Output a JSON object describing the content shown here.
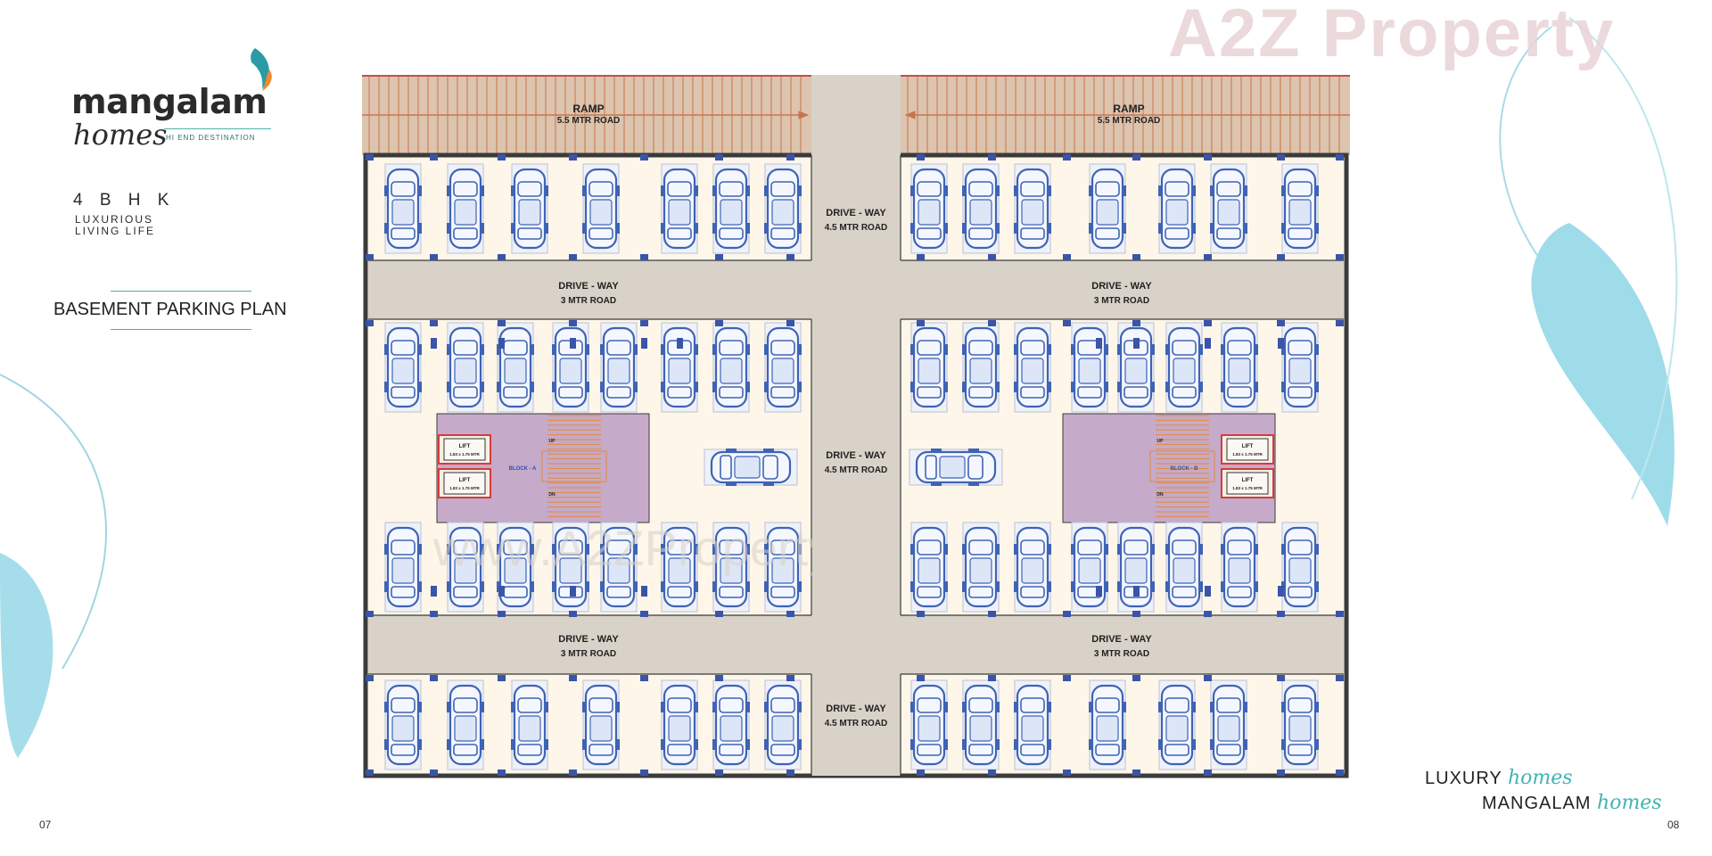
{
  "brand": {
    "name": "mangalam",
    "sub": "homes",
    "tagline": "HI END DESTINATION"
  },
  "config": {
    "bhk": "4 B H K",
    "subtitle": "LUXURIOUS\nLIVING LIFE"
  },
  "plan_title": "BASEMENT PARKING PLAN",
  "watermark": {
    "top": "A2Z Property",
    "center": "www.A2ZProperty.in"
  },
  "page_numbers": {
    "left": "07",
    "right": "08"
  },
  "footer": {
    "line1_caps": "LUXURY",
    "line1_script": "homes",
    "line2_caps": "MANGALAM",
    "line2_script": "homes"
  },
  "plan": {
    "ramp_left": {
      "title": "RAMP",
      "sub": "5.5 MTR ROAD"
    },
    "ramp_right": {
      "title": "RAMP",
      "sub": "5.5 MTR ROAD"
    },
    "driveway_center": {
      "title": "DRIVE - WAY",
      "sub": "4.5 MTR ROAD"
    },
    "driveway_side": {
      "title": "DRIVE - WAY",
      "sub": "3 MTR ROAD"
    },
    "lift_label": "LIFT",
    "lift_size": "1.83 x 1.75 MTR",
    "block_a": "BLOCK - A",
    "block_b": "BLOCK - B",
    "stair_up": "UP",
    "stair_dn": "DN"
  },
  "colors": {
    "teal": "#40b4b2",
    "road": "#d9d2c8",
    "floor": "#fdf6e9",
    "ramp": "#dcc4ae",
    "car": "#3f63b5",
    "core": "#c5aac9",
    "wall": "#3b3b3b"
  }
}
